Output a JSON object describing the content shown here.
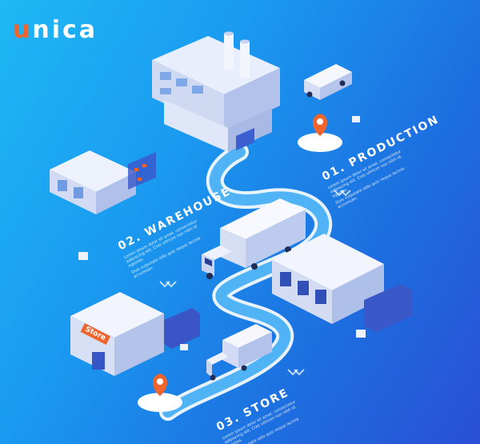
{
  "brand": {
    "logo_first": "u",
    "logo_rest": "nica"
  },
  "steps": [
    {
      "title": "01. PRODUCTION",
      "body1": "Lorem ipsum dolor sit amet, consectetur adipiscing elit. Cras ultrices non nibh id egestas.",
      "body2": "Duis vulputate odio quis neque lacinia accumsan."
    },
    {
      "title": "02. WAREHOUSE",
      "body1": "Lorem ipsum dolor sit amet, consectetur adipiscing elit. Cras ultrices non nibh id egestas.",
      "body2": "Duis vulputate odio quis neque lacinia accumsan."
    },
    {
      "title": "03. STORE",
      "body1": "Lorem ipsum dolor sit amet, consectetur adipiscing elit. Cras ultrices non nibh id egestas.",
      "body2": "Duis vulputate odio quis neque lacinia accumsan."
    }
  ],
  "store_sign": "Store",
  "colors": {
    "accent": "#f0642d",
    "road": "#ffffff",
    "bg_light": "#1fb8f5",
    "bg_dark": "#2a4fd6"
  }
}
